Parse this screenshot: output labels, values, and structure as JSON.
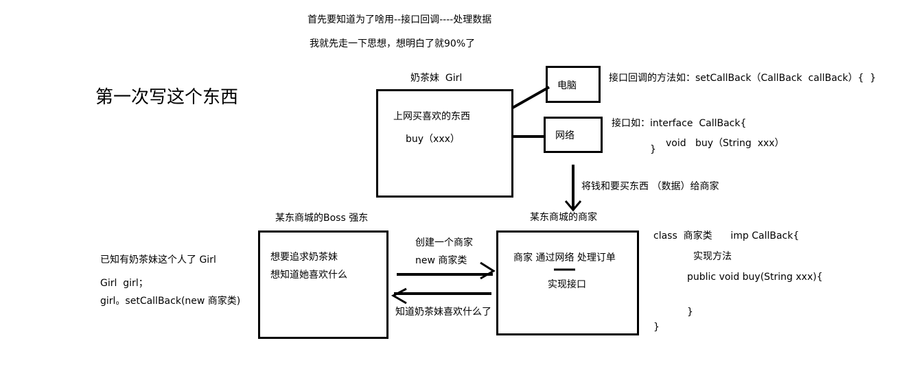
{
  "header": {
    "line1": "首先要知道为了啥用--接口回调----处理数据",
    "line2": "我就先走一下思想，想明白了就90%了"
  },
  "title": "第一次写这个东西",
  "girl": {
    "label": "奶茶妹  Girl",
    "line1": "上网买喜欢的东西",
    "line2": "buy（xxx）"
  },
  "computer": {
    "label": "电脑"
  },
  "network": {
    "label": "网络"
  },
  "notes": {
    "callback_method": "接口回调的方法如：setCallBack（CallBack  callBack）{  }",
    "interface_line1": "接口如：interface  CallBack{",
    "interface_line2": "void   buy（String  xxx）",
    "interface_close": "}",
    "money": "将钱和要买东西 （数据）给商家"
  },
  "boss": {
    "label": "某东商城的Boss 强东",
    "line1": "想要追求奶茶妹",
    "line2": "想知道她喜欢什么"
  },
  "merchant": {
    "label": "某东商城的商家",
    "line1": "商家 通过网络 处理订单",
    "line2": "实现接口"
  },
  "arrows": {
    "create_line1": "创建一个商家",
    "create_line2": "new 商家类",
    "know": "知道奶茶妹喜欢什么了"
  },
  "known": {
    "line1": "已知有奶茶妹这个人了 Girl",
    "line2": "Girl  girl；",
    "line3": "girl。setCallBack(new 商家类)"
  },
  "class_code": {
    "line1": "class  商家类      imp CallBack{",
    "line2": "实现方法",
    "line3": "public void buy(String xxx){",
    "line4": "}",
    "line5": "}"
  }
}
